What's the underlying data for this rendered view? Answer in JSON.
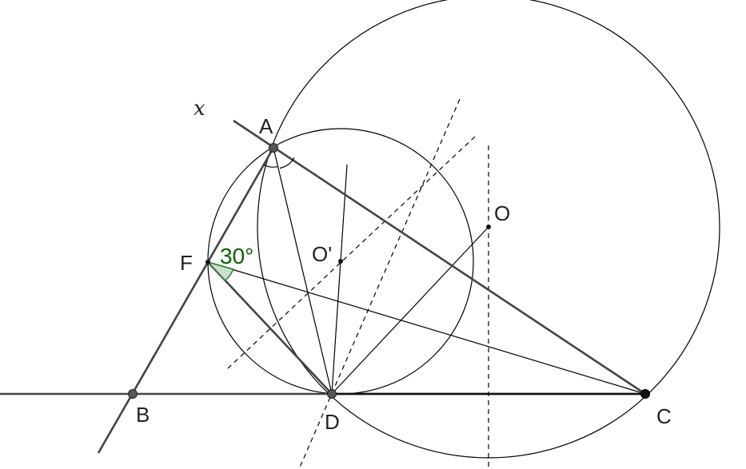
{
  "diagram": {
    "points": {
      "A": "A",
      "B": "B",
      "C": "C",
      "D": "D",
      "F": "F",
      "O": "O",
      "O_prime": "O'"
    },
    "ray_label": "x",
    "angle_label": "30°",
    "colors": {
      "stroke": "#000000",
      "thick_stroke": "#444444",
      "point_fill": "#555555",
      "angle_text": "#006400",
      "angle_fill": "#b9d6b9",
      "angle_stroke": "#2e7d32"
    }
  }
}
